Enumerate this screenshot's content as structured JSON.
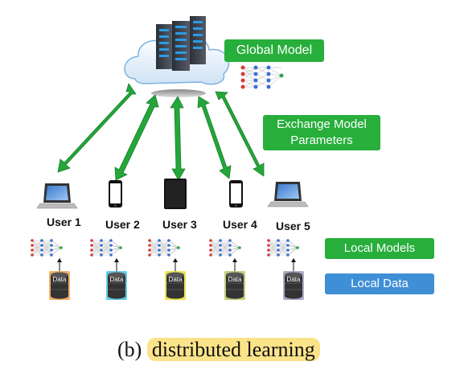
{
  "global_model_label": "Global Model",
  "exchange_label_line1": "Exchange Model",
  "exchange_label_line2": "Parameters",
  "users": [
    "User 1",
    "User 2",
    "User 3",
    "User 4",
    "User 5"
  ],
  "local_models_label": "Local Models",
  "local_data_label": "Local Data",
  "data_label": "Data",
  "caption_prefix": "(b)",
  "caption_highlight": "distributed learning",
  "colors": {
    "arrow_green": "#23a63a",
    "box_green": "#27ae3b",
    "box_blue": "#3f8fd6",
    "caption_highlight": "#fbe38a",
    "data_stripes": [
      "#f2a65a",
      "#57c4e5",
      "#e8e23a",
      "#b7c96a",
      "#a7a1c8"
    ]
  },
  "icons": [
    "server-icon",
    "cloud-icon",
    "laptop-icon",
    "smartphone-icon",
    "tablet-icon",
    "neural-network-icon",
    "database-icon"
  ]
}
